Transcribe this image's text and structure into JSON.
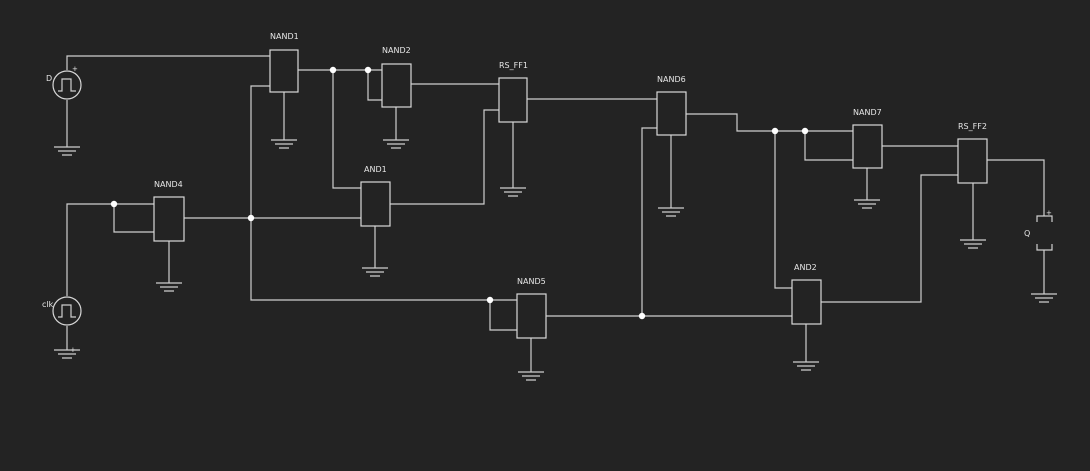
{
  "diagram": {
    "background": "#232323",
    "line_color": "#cfcfcf",
    "components": {
      "nand1": "NAND1",
      "nand2": "NAND2",
      "nand4": "NAND4",
      "and1": "AND1",
      "rs_ff1": "RS_FF1",
      "nand5": "NAND5",
      "nand6": "NAND6",
      "nand7": "NAND7",
      "and2": "AND2",
      "rs_ff2": "RS_FF2"
    },
    "sources": {
      "d": "D",
      "clk": "clk"
    },
    "probe": {
      "q": "Q"
    }
  }
}
